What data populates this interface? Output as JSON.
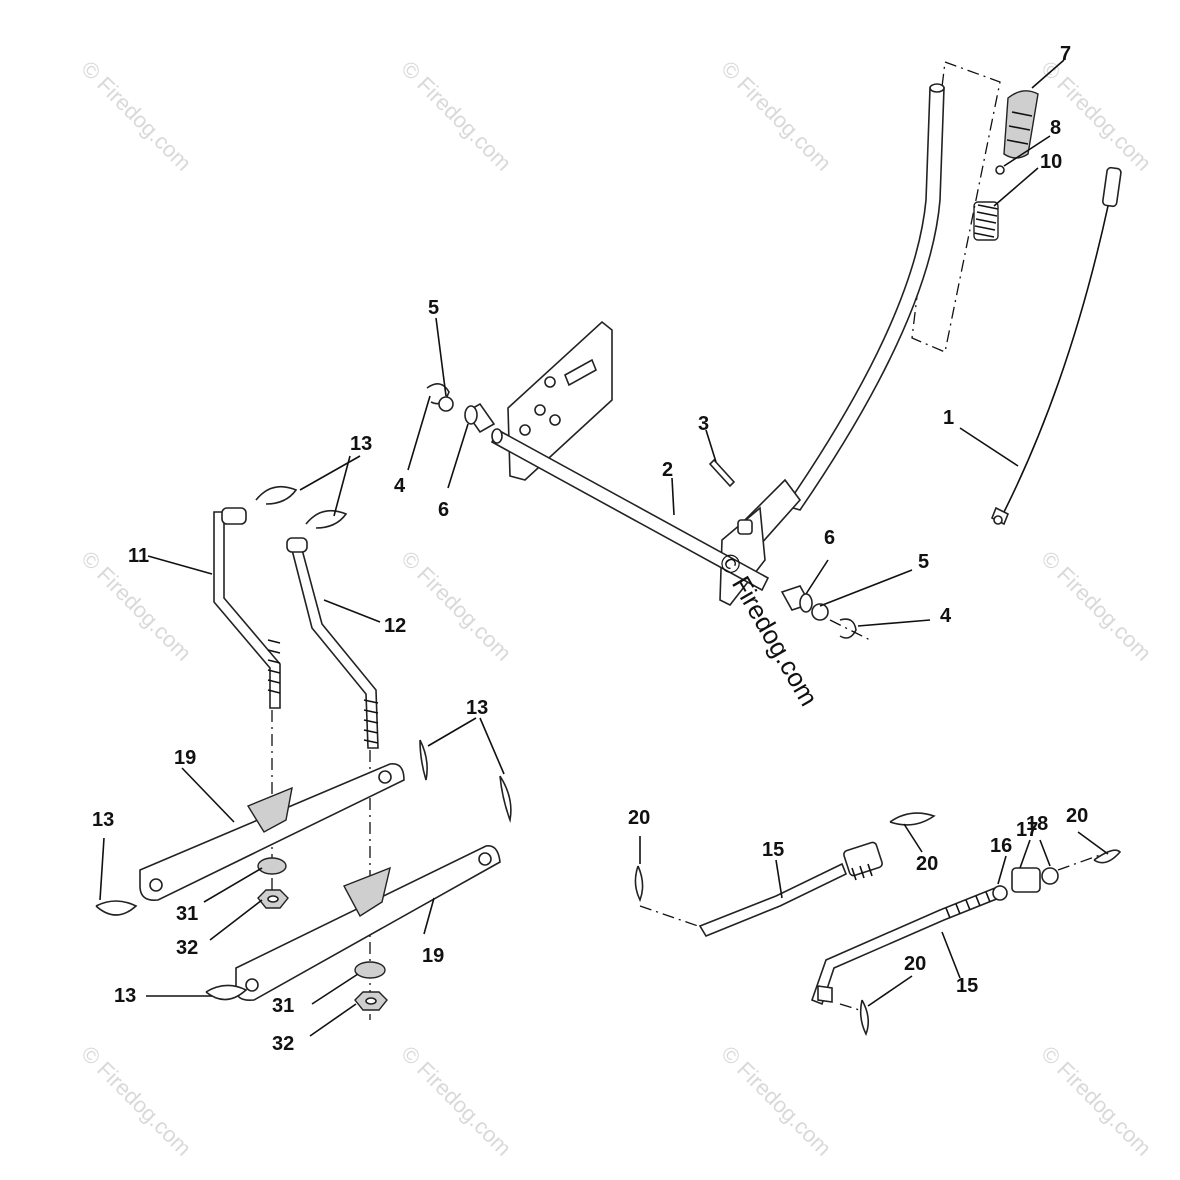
{
  "diagram": {
    "watermark_text": "© Firedog.com",
    "center_watermark_text": "© Firedog.com",
    "callouts": {
      "c1": "1",
      "c2": "2",
      "c3": "3",
      "c4a": "4",
      "c4b": "4",
      "c5a": "5",
      "c5b": "5",
      "c6a": "6",
      "c6b": "6",
      "c7": "7",
      "c8": "8",
      "c10": "10",
      "c11": "11",
      "c12": "12",
      "c13a": "13",
      "c13b": "13",
      "c13c": "13",
      "c13d": "13",
      "c15a": "15",
      "c15b": "15",
      "c16": "16",
      "c17": "17",
      "c18": "18",
      "c19a": "19",
      "c19b": "19",
      "c20a": "20",
      "c20b": "20",
      "c20c": "20",
      "c20d": "20",
      "c31a": "31",
      "c31b": "31",
      "c32a": "32",
      "c32b": "32"
    }
  }
}
